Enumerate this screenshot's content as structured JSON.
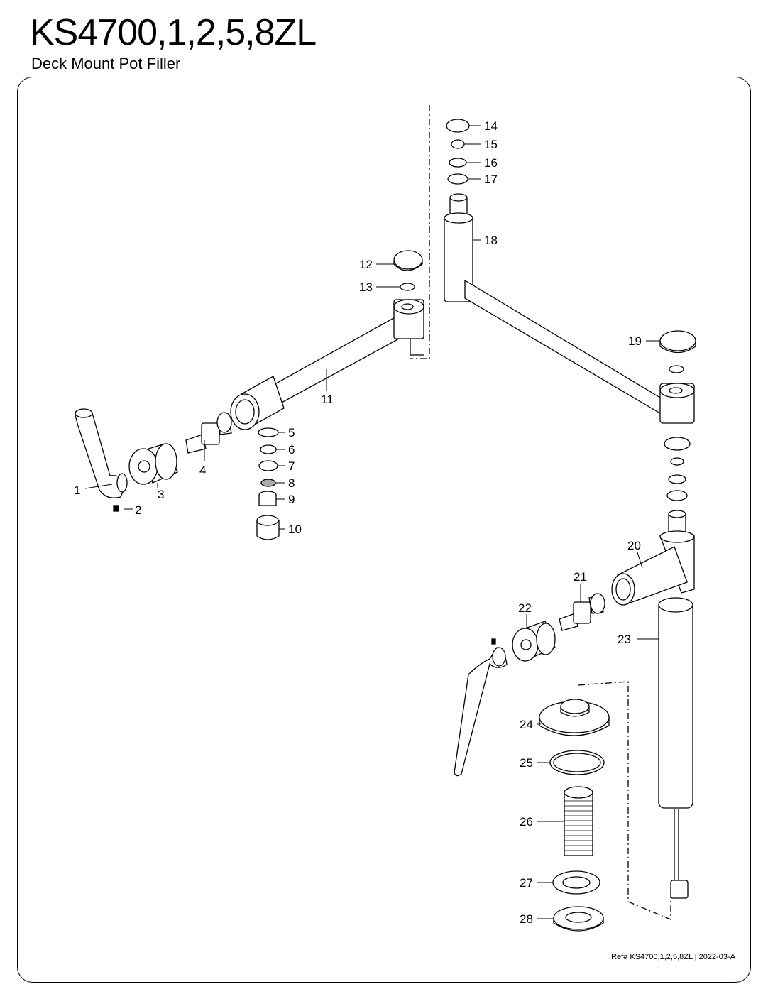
{
  "title": "KS4700,1,2,5,8ZL",
  "subtitle": "Deck Mount Pot Filler",
  "reference": "Ref# KS4700,1,2,5,8ZL | 2022-03-A",
  "part_numbers": [
    "1",
    "2",
    "3",
    "4",
    "5",
    "6",
    "7",
    "8",
    "9",
    "10",
    "11",
    "12",
    "13",
    "14",
    "15",
    "16",
    "17",
    "18",
    "19",
    "20",
    "21",
    "22",
    "23",
    "24",
    "25",
    "26",
    "27",
    "28"
  ]
}
